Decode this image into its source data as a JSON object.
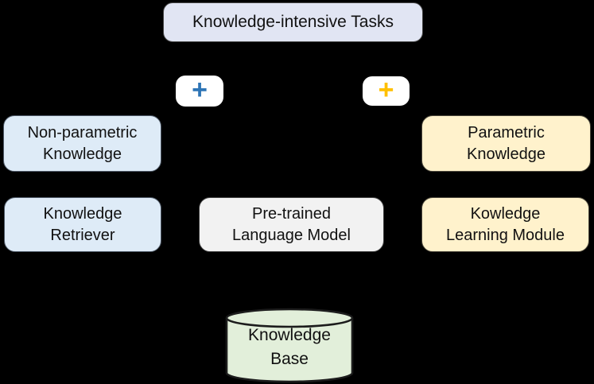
{
  "canvas": {
    "background": "#000000"
  },
  "title_box": {
    "label": "Knowledge-intensive Tasks",
    "fill": "#e1e5f3",
    "border": "#454545"
  },
  "operators": {
    "left": {
      "symbol": "+",
      "color": "#2E75B6",
      "background": "#ffffff"
    },
    "right": {
      "symbol": "+",
      "color": "#FFC000",
      "background": "#ffffff"
    }
  },
  "nodes": {
    "non_parametric": {
      "label": "Non-parametric\nKnowledge",
      "fill": "#DEEBF7"
    },
    "parametric": {
      "label": "Parametric\nKnowledge",
      "fill": "#FFF2CC"
    },
    "retriever": {
      "label": "Knowledge\nRetriever",
      "fill": "#DEEBF7"
    },
    "plm": {
      "label": "Pre-trained\nLanguage Model",
      "fill": "#F2F2F2"
    },
    "klm": {
      "label": "Kowledge\nLearning Module",
      "fill": "#FFF2CC"
    },
    "knowledge_base": {
      "label": "Knowledge\nBase",
      "fill": "#E2EFDA"
    }
  }
}
